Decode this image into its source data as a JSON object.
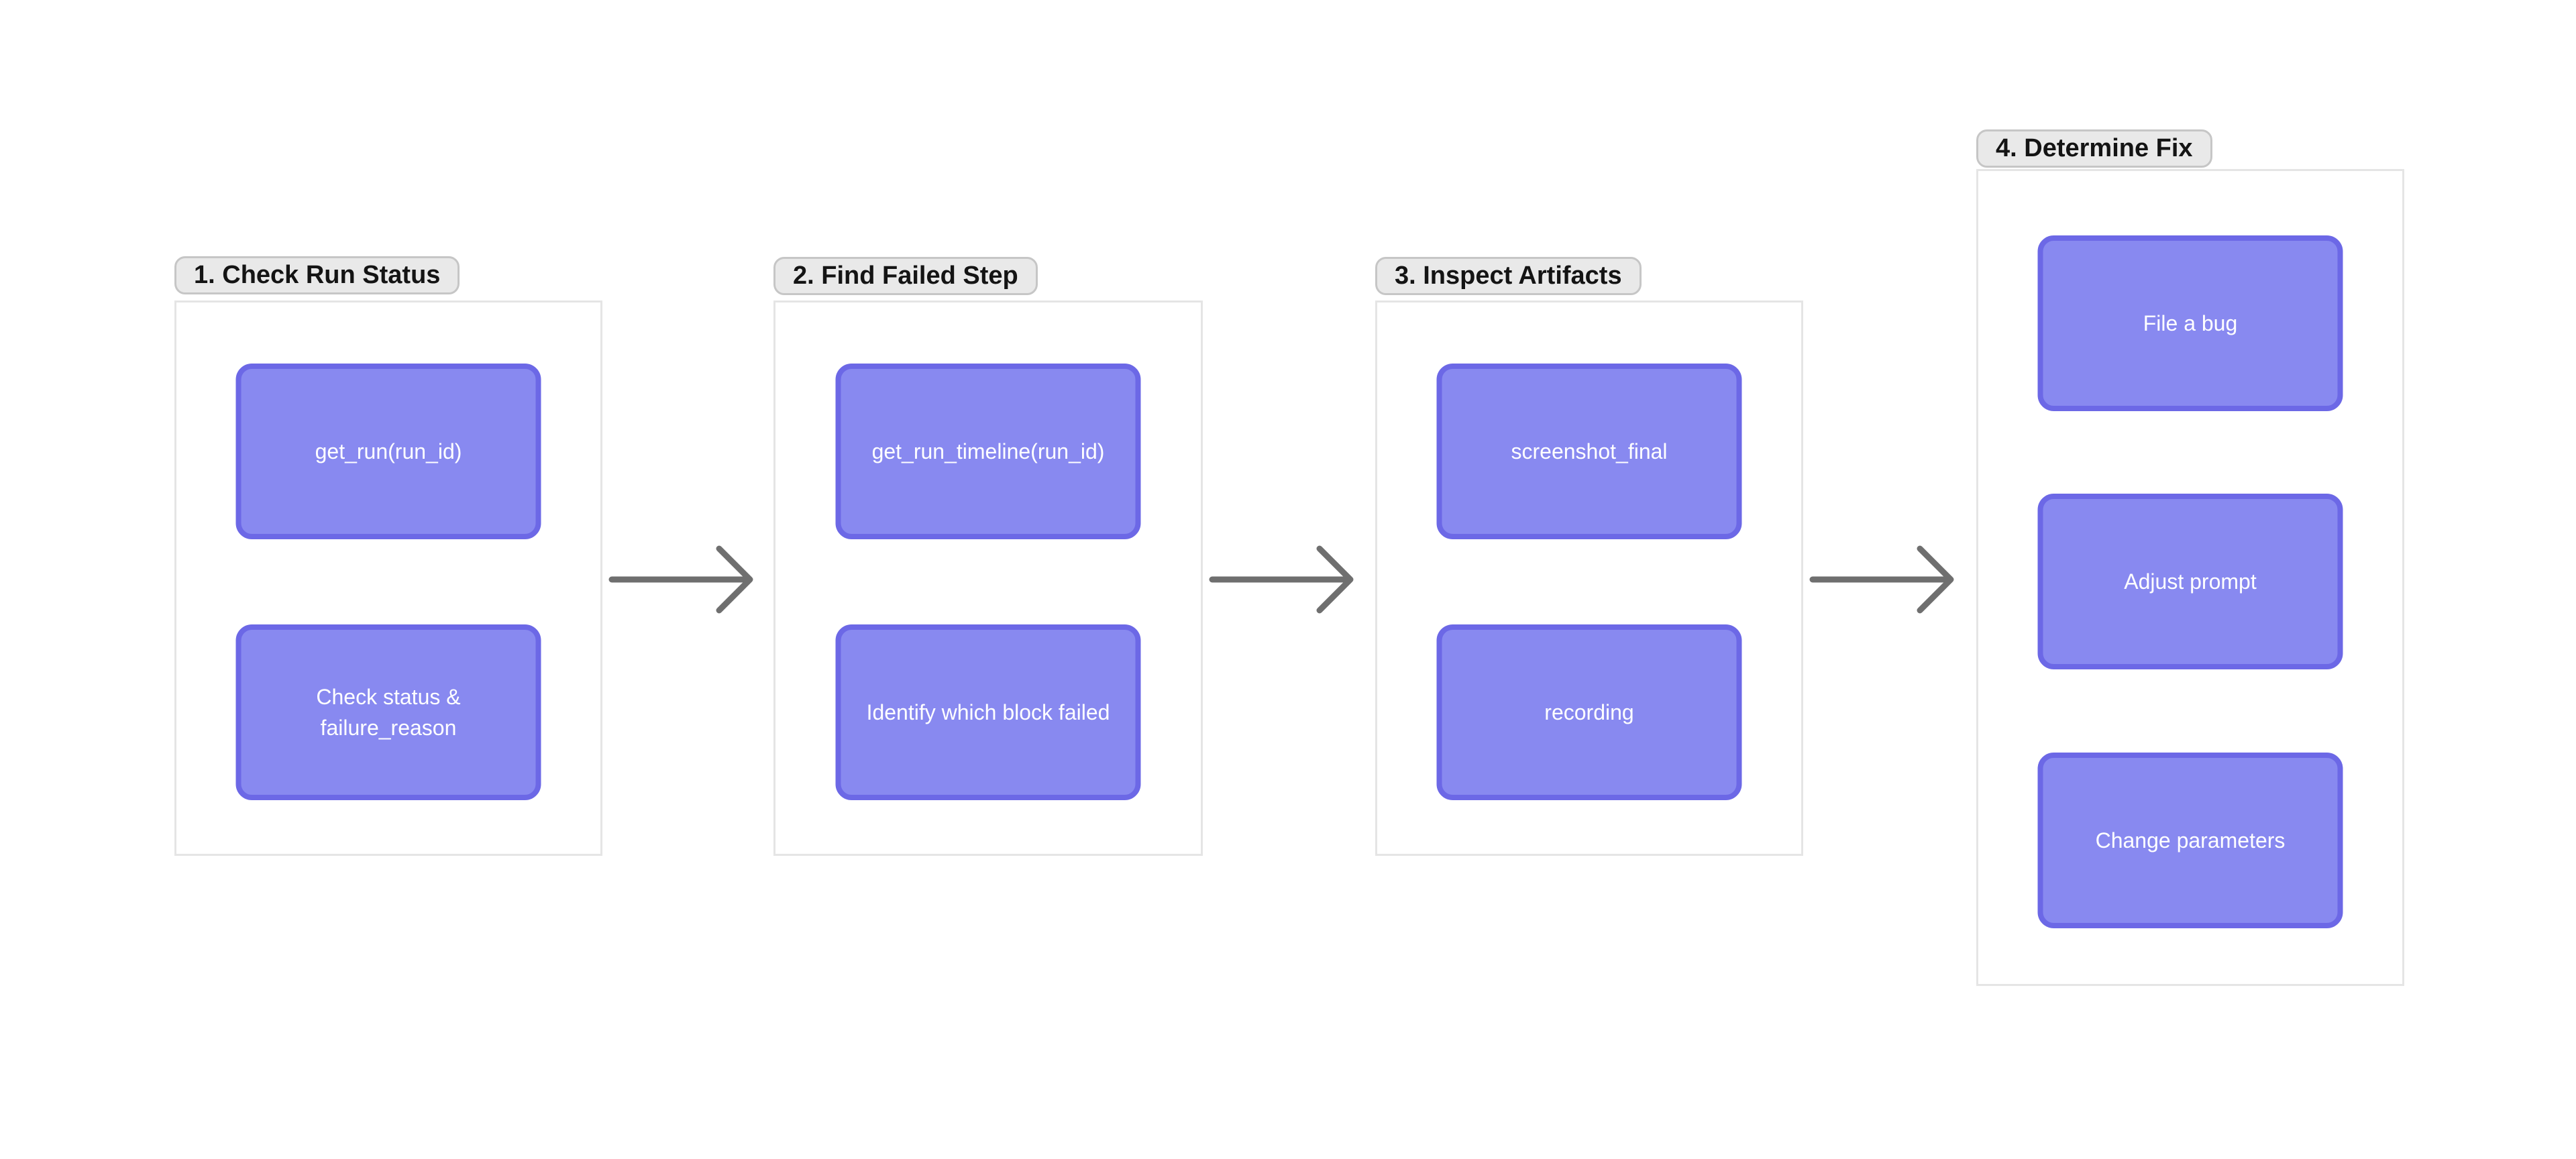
{
  "diagram": {
    "type": "flowchart",
    "direction": "left-to-right",
    "groups": [
      {
        "label": "1. Check Run Status",
        "nodes": [
          "get_run(run_id)",
          "Check status & failure_reason"
        ]
      },
      {
        "label": "2. Find Failed Step",
        "nodes": [
          "get_run_timeline(run_id)",
          "Identify which block failed"
        ]
      },
      {
        "label": "3. Inspect Artifacts",
        "nodes": [
          "screenshot_final",
          "recording"
        ]
      },
      {
        "label": "4. Determine Fix",
        "nodes": [
          "File a bug",
          "Adjust prompt",
          "Change parameters"
        ]
      }
    ],
    "arrows": [
      {
        "from": "1. Check Run Status",
        "to": "2. Find Failed Step"
      },
      {
        "from": "2. Find Failed Step",
        "to": "3. Inspect Artifacts"
      },
      {
        "from": "3. Inspect Artifacts",
        "to": "4. Determine Fix"
      }
    ]
  },
  "colors": {
    "background": "#ffffff",
    "node_fill": "#8889F0",
    "node_border": "#6C68E6",
    "node_text": "#ffffff",
    "label_bg": "#E9E9E9",
    "label_border": "#C6C6C6",
    "label_text": "#141414",
    "container_border": "#E5E5E5",
    "arrow": "#6F6F6F"
  }
}
